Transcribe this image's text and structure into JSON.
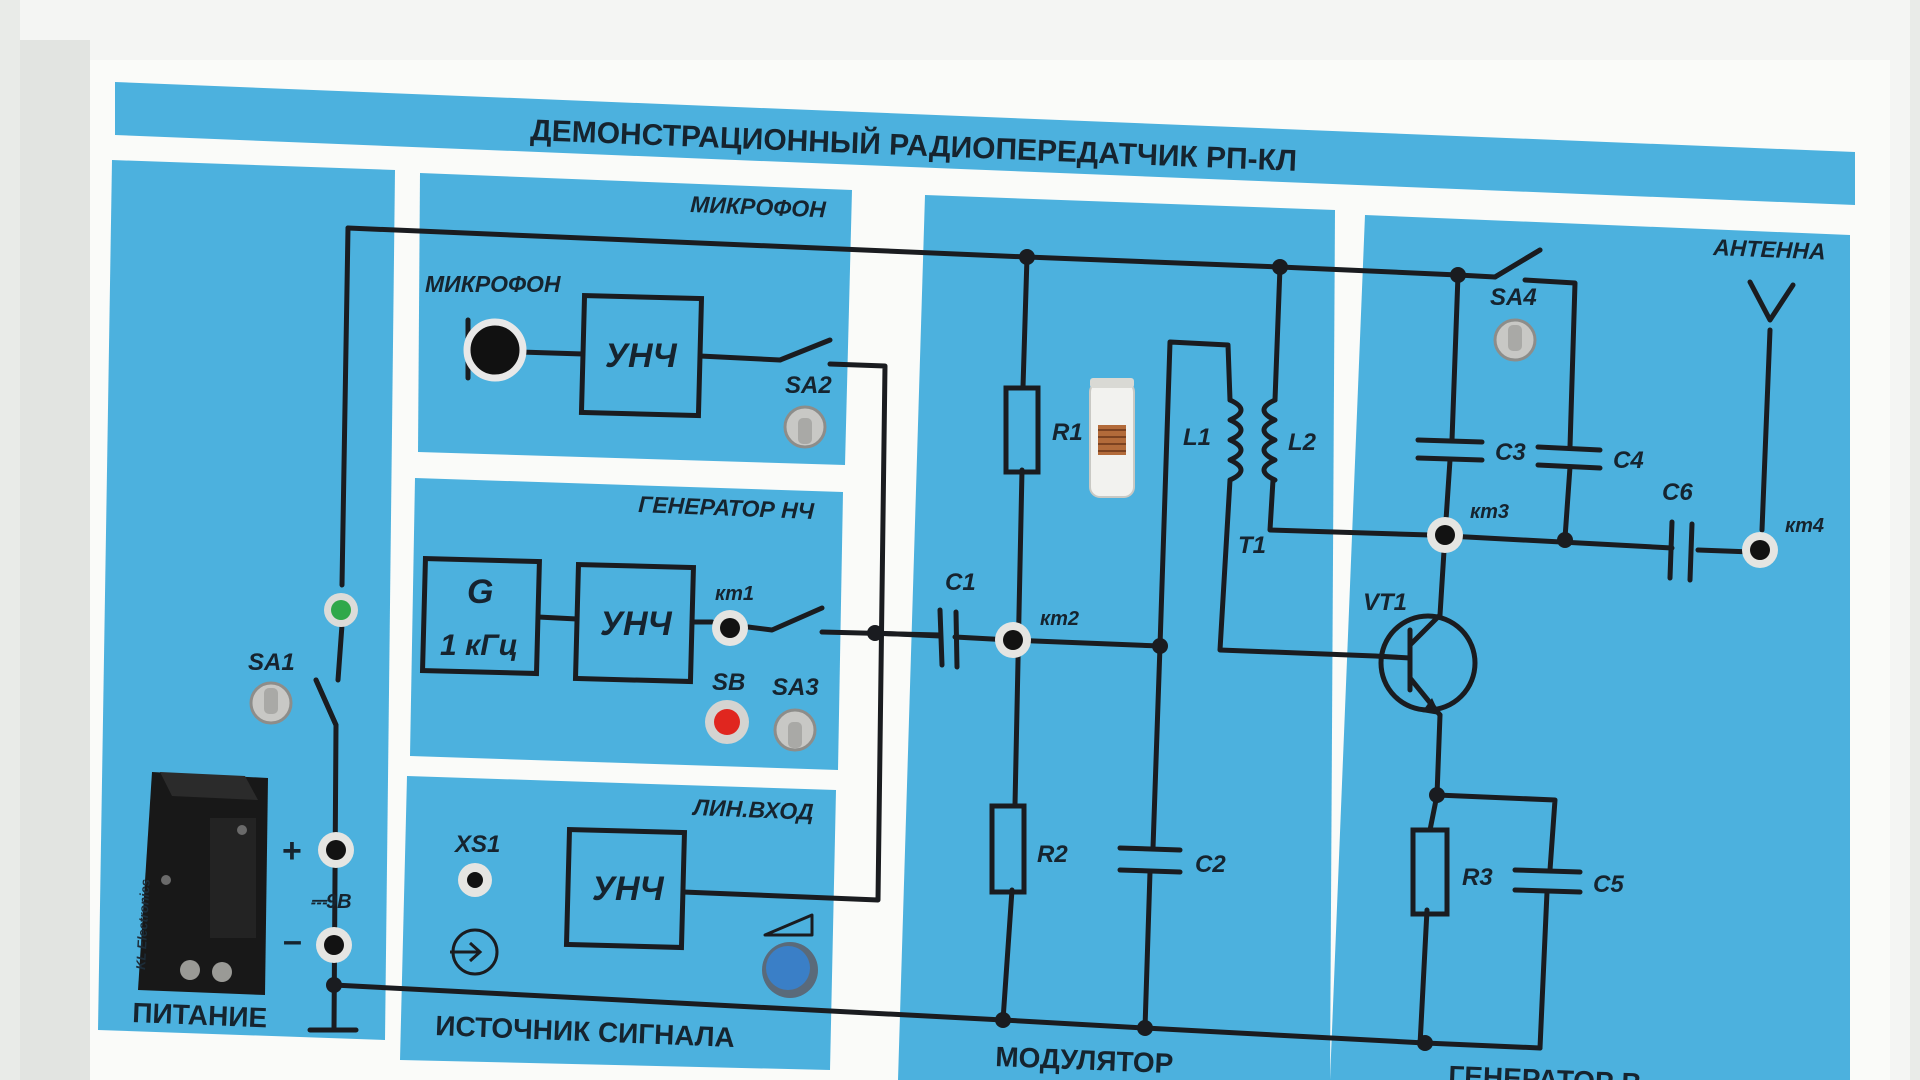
{
  "board": {
    "title": "ДЕМОНСТРАЦИОННЫЙ  РАДИОПЕРЕДАТЧИК  РП-КЛ",
    "brand": "KL Electronics"
  },
  "sections": {
    "power": "ПИТАНИЕ",
    "microphone": "МИКРОФОН",
    "lf_generator": "ГЕНЕРАТОР НЧ",
    "line_input": "ЛИН.ВХОД",
    "signal_source": "ИСТОЧНИК СИГНАЛА",
    "modulator": "МОДУЛЯТОР",
    "rf_generator": "ГЕНЕРАТОР В",
    "antenna": "АНТЕННА"
  },
  "labels": {
    "mic_jack": "МИКРОФОН",
    "amp1": "УНЧ",
    "amp2": "УНЧ",
    "amp3": "УНЧ",
    "gen_g": "G",
    "gen_freq": "1 кГц",
    "sa1": "SA1",
    "sa2": "SA2",
    "sa3": "SA3",
    "sa4": "SA4",
    "sb": "SB",
    "xs1": "XS1",
    "kt1": "кт1",
    "kt2": "кт2",
    "kt3": "кт3",
    "kt4": "кт4",
    "r1": "R1",
    "r2": "R2",
    "r3": "R3",
    "c1": "C1",
    "c2": "C2",
    "c3": "C3",
    "c4": "C4",
    "c5": "C5",
    "c6": "C6",
    "l1": "L1",
    "l2": "L2",
    "t1": "T1",
    "vt1": "VT1",
    "plus": "+",
    "minus": "–",
    "voltage": "⎓9В"
  },
  "colors": {
    "panel": "#4cb1de",
    "frame": "#f4f5f3",
    "wire": "#1a1c20",
    "led": "#2fa84a",
    "button": "#e0261f",
    "knob": "#3a7fc7"
  }
}
